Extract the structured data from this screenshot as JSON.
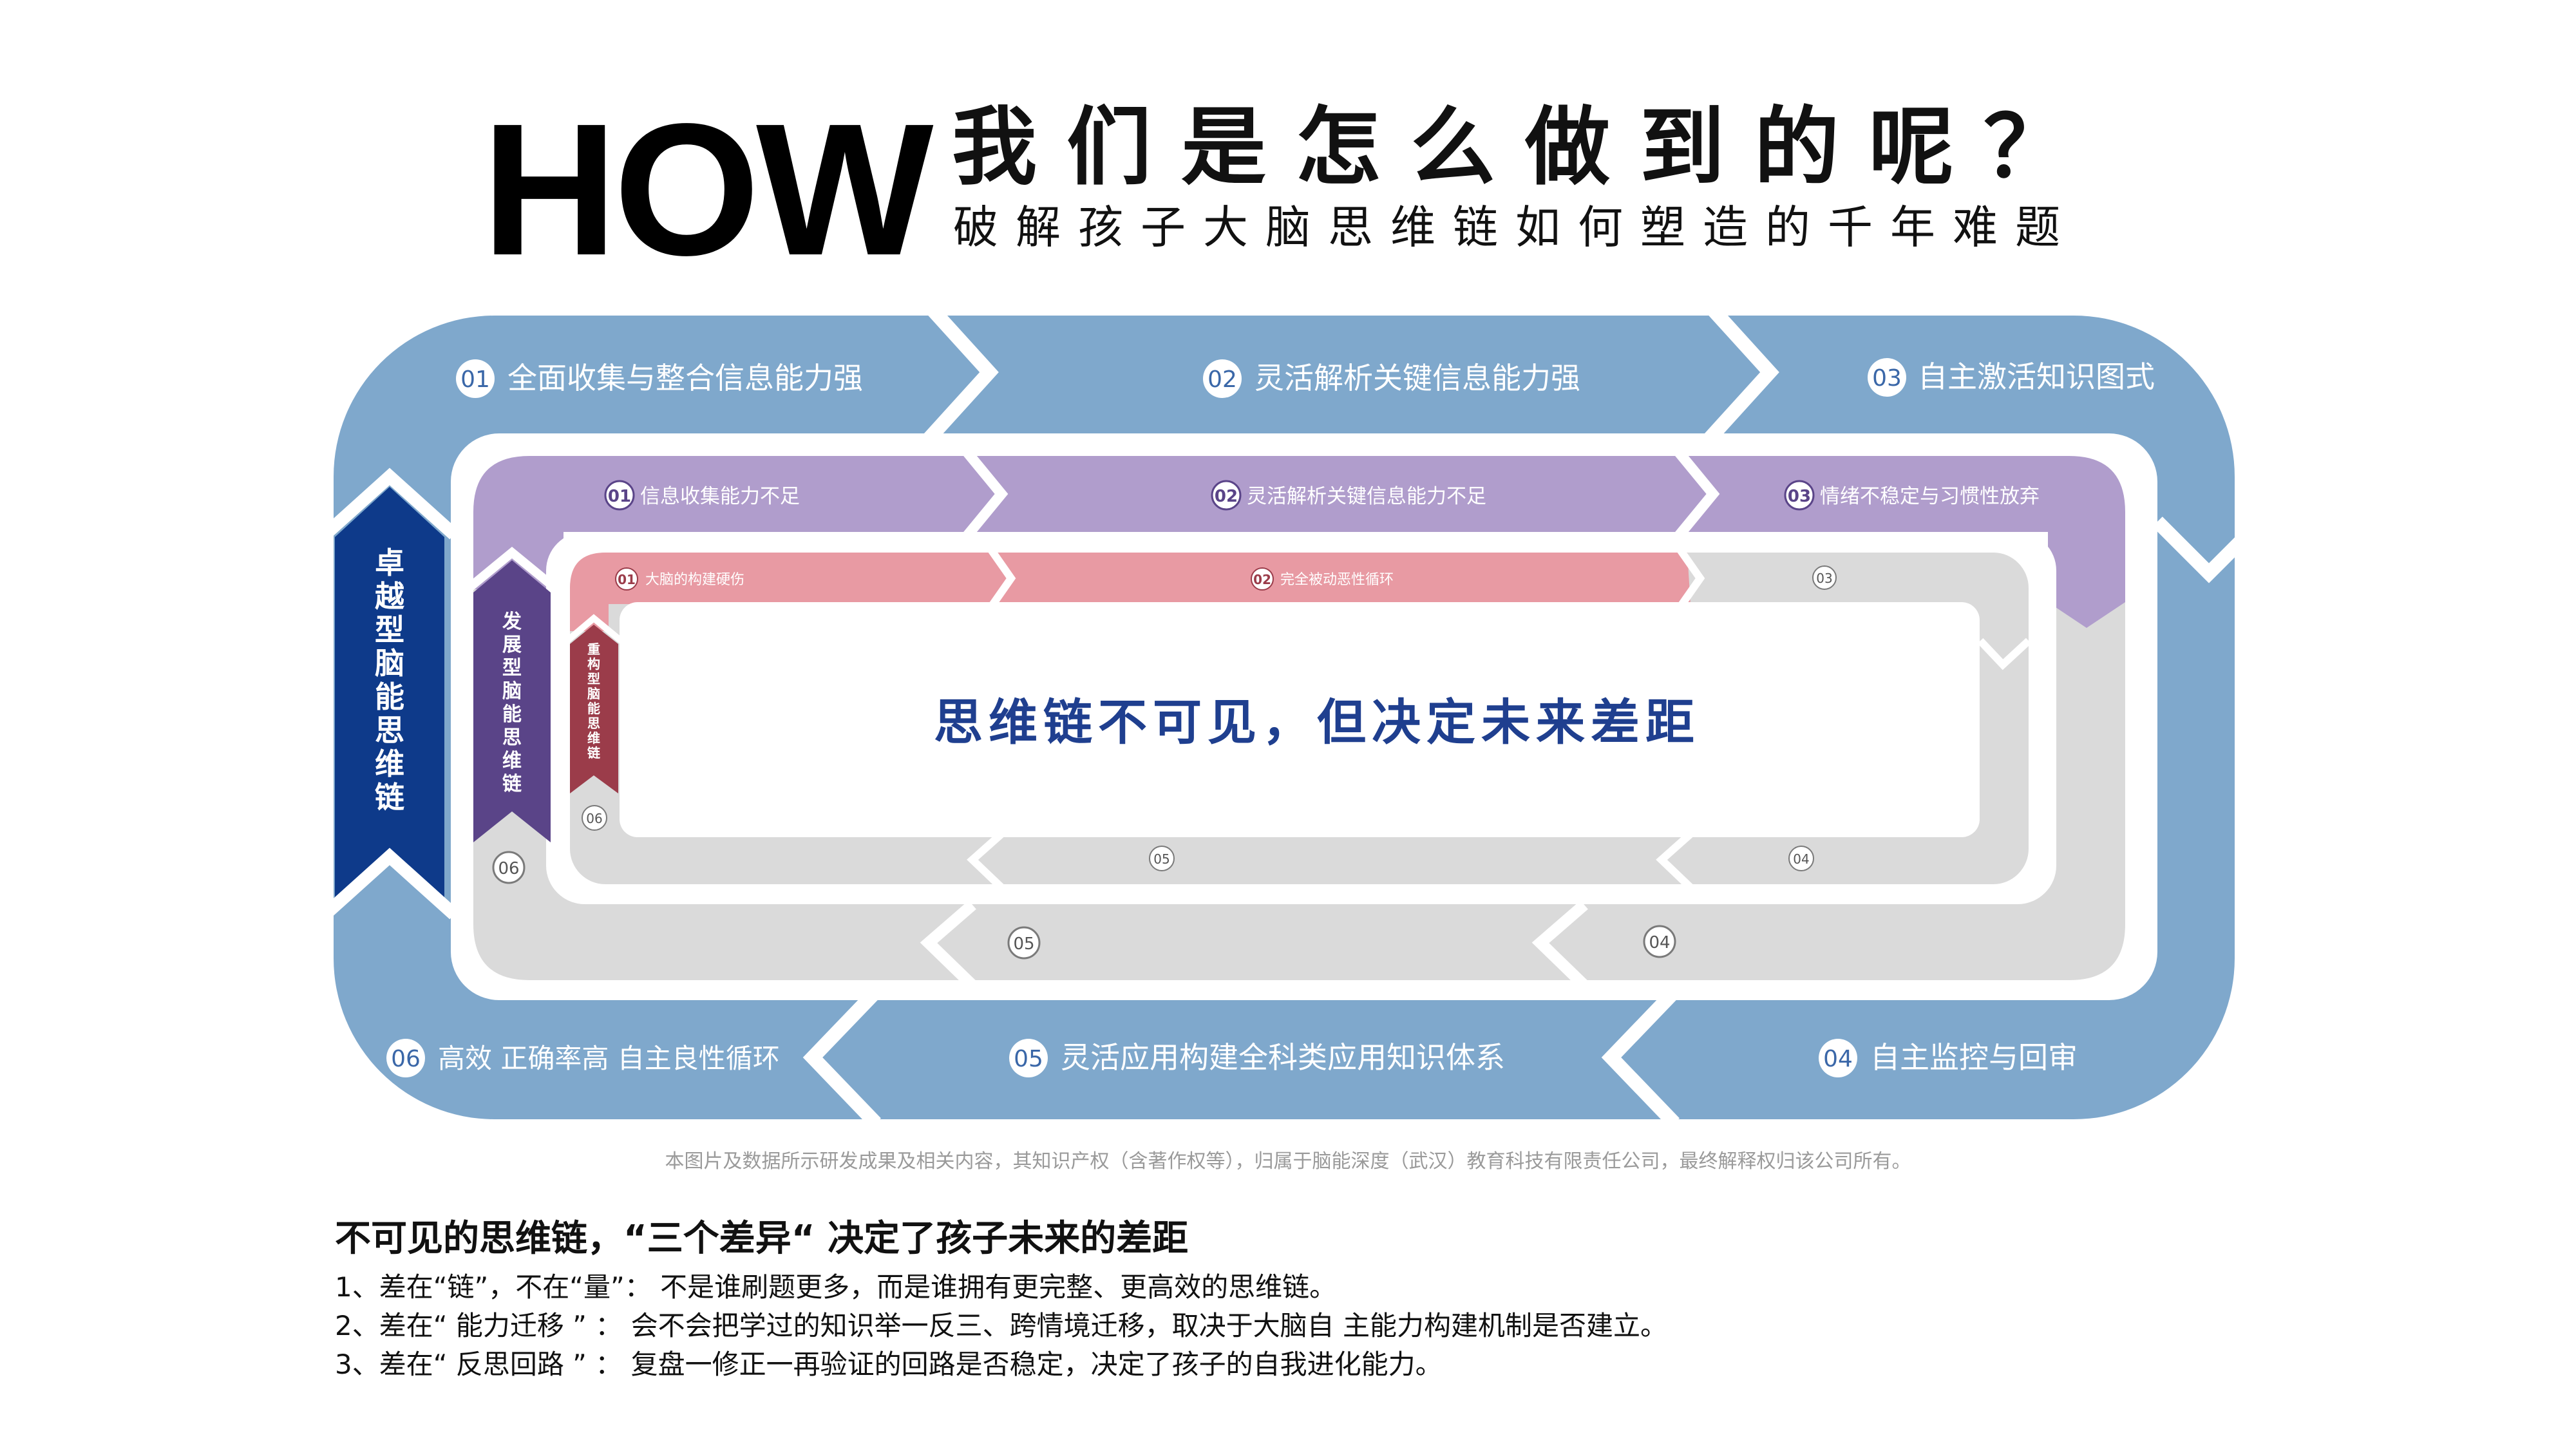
{
  "header": {
    "how": "HOW",
    "title": "我们是怎么做到的呢？",
    "subtitle": "破解孩子大脑思维链如何塑造的千年难题"
  },
  "outer_loop": {
    "label": "卓越型脑能思维链",
    "steps": [
      {
        "num": "01",
        "text": "全面收集与整合信息能力强"
      },
      {
        "num": "02",
        "text": "灵活解析关键信息能力强"
      },
      {
        "num": "03",
        "text": "自主激活知识图式"
      },
      {
        "num": "04",
        "text": "自主监控与回审"
      },
      {
        "num": "05",
        "text": "灵活应用构建全科类应用知识体系"
      },
      {
        "num": "06",
        "text": "高效 正确率高 自主良性循环"
      }
    ]
  },
  "middle_loop": {
    "label": "发展型脑能思维链",
    "steps": [
      {
        "num": "01",
        "text": "信息收集能力不足"
      },
      {
        "num": "02",
        "text": "灵活解析关键信息能力不足"
      },
      {
        "num": "03",
        "text": "情绪不稳定与习惯性放弃"
      },
      {
        "num": "04",
        "text": ""
      },
      {
        "num": "05",
        "text": ""
      },
      {
        "num": "06",
        "text": ""
      }
    ]
  },
  "inner_loop": {
    "label": "重构型脑能思维链",
    "steps": [
      {
        "num": "01",
        "text": "大脑的构建硬伤"
      },
      {
        "num": "02",
        "text": "完全被动恶性循环"
      },
      {
        "num": "03",
        "text": ""
      },
      {
        "num": "04",
        "text": ""
      },
      {
        "num": "05",
        "text": ""
      },
      {
        "num": "06",
        "text": ""
      }
    ]
  },
  "center_text": "思维链不可见，但决定未来差距",
  "copyright": "本图片及数据所示研发成果及相关内容，其知识产权（含著作权等），归属于脑能深度（武汉）教育科技有限责任公司，最终解释权归该公司所有。",
  "notes": {
    "heading": "不可见的思维链，“三个差异“ 决定了孩子未来的差距",
    "items": [
      "1、差在“链”，不在“量”： 不是谁刷题更多，而是谁拥有更完整、更高效的思维链。",
      "2、差在“ 能力迁移 ” ： 会不会把学过的知识举一反三、跨情境迁移，取决于大脑自 主能力构建机制是否建立。",
      "3、差在“ 反思回路 ” ： 复盘一修正一再验证的回路是否稳定，决定了孩子的自我进化能力。"
    ]
  },
  "colors": {
    "outer_band": "#7fa8cc",
    "outer_label_bg": "#0e3a8a",
    "middle_band": "#b09dcc",
    "middle_label_bg": "#5a4488",
    "inner_band": "#e89aa3",
    "inner_label_bg": "#9b3c4a",
    "gray_band": "#dadada",
    "center_text": "#1f3f8f"
  }
}
